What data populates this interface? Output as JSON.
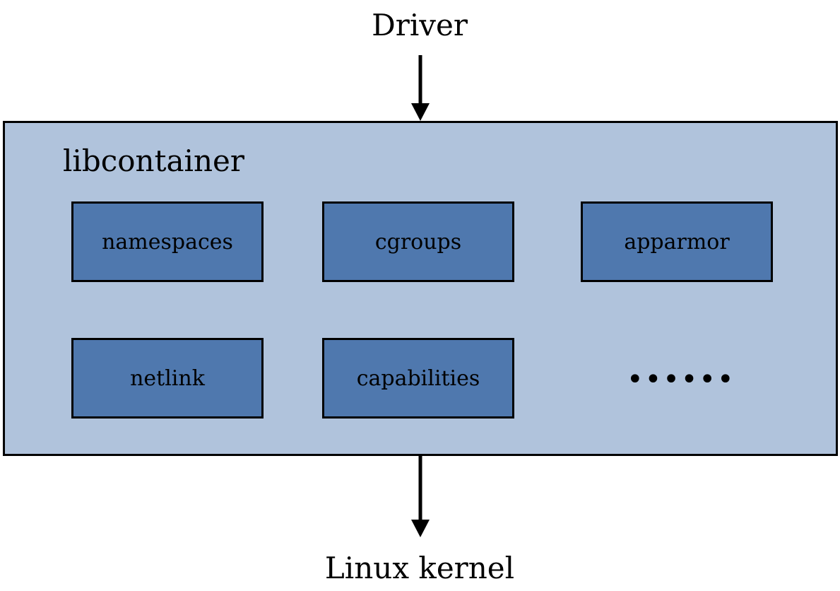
{
  "top_label": "Driver",
  "container": {
    "title": "libcontainer",
    "modules": [
      {
        "label": "namespaces"
      },
      {
        "label": "cgroups"
      },
      {
        "label": "apparmor"
      },
      {
        "label": "netlink"
      },
      {
        "label": "capabilities"
      }
    ],
    "more": "••••••"
  },
  "bottom_label": "Linux kernel",
  "colors": {
    "container_fill": "#b0c3dc",
    "module_fill": "#4f78ae",
    "stroke": "#000000"
  }
}
